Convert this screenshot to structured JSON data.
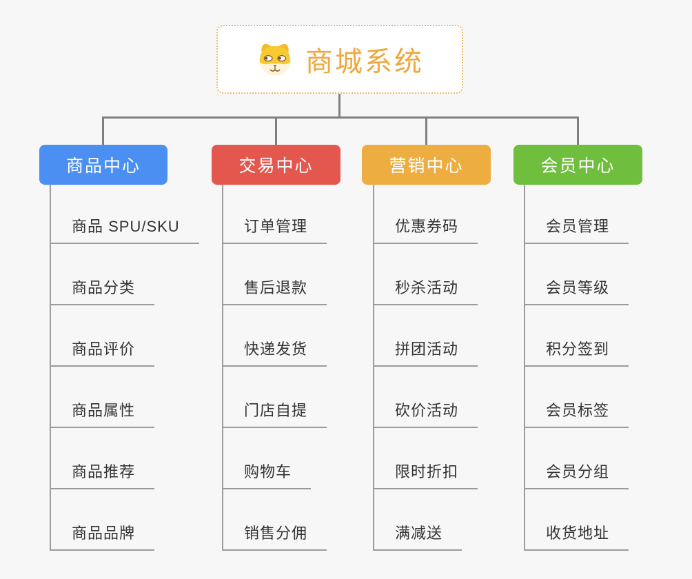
{
  "canvas": {
    "background": "#f7f7f7"
  },
  "connectors": {
    "tree_color": "#808080",
    "leaf_line_color": "#9b9b9b"
  },
  "root": {
    "title": "商城系统",
    "icon": "dog-face",
    "text_color": "#f0a73d",
    "border_color": "#f2b561",
    "background": "#ffffff"
  },
  "branches": [
    {
      "label": "商品中心",
      "color": "#4b8ff2",
      "children": [
        "商品 SPU/SKU",
        "商品分类",
        "商品评价",
        "商品属性",
        "商品推荐",
        "商品品牌"
      ]
    },
    {
      "label": "交易中心",
      "color": "#e4574f",
      "children": [
        "订单管理",
        "售后退款",
        "快递发货",
        "门店自提",
        "购物车",
        "销售分佣"
      ]
    },
    {
      "label": "营销中心",
      "color": "#edad41",
      "children": [
        "优惠券码",
        "秒杀活动",
        "拼团活动",
        "砍价活动",
        "限时折扣",
        "满减送"
      ]
    },
    {
      "label": "会员中心",
      "color": "#6fbe3e",
      "children": [
        "会员管理",
        "会员等级",
        "积分签到",
        "会员标签",
        "会员分组",
        "收货地址"
      ]
    }
  ]
}
